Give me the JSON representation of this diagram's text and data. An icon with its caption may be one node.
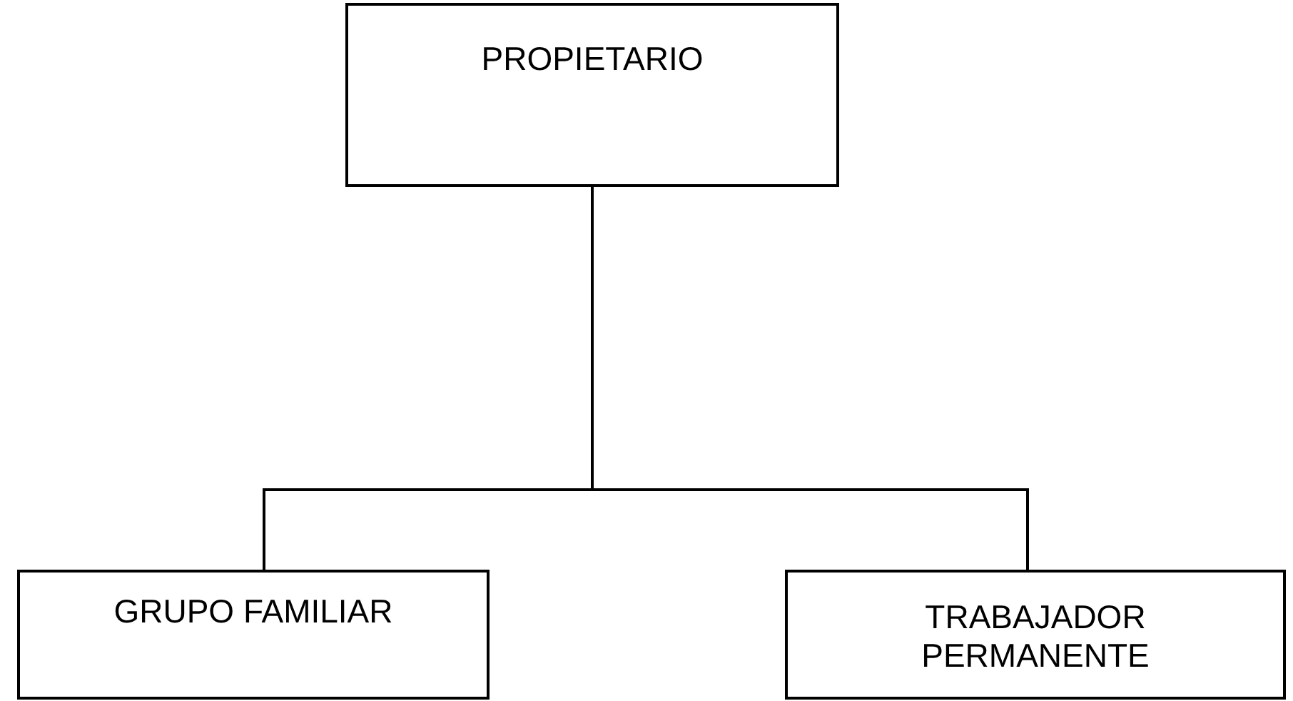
{
  "diagram": {
    "nodes": [
      {
        "text": [
          "PROPIETARIO"
        ]
      },
      {
        "text": [
          "GRUPO FAMILIAR"
        ]
      },
      {
        "text": [
          "TRABAJADOR PERMANENTE"
        ]
      }
    ],
    "edges": [
      {
        "from": 0,
        "to": 1,
        "arrow": "none"
      },
      {
        "from": 0,
        "to": 2,
        "arrow": "none"
      }
    ]
  }
}
